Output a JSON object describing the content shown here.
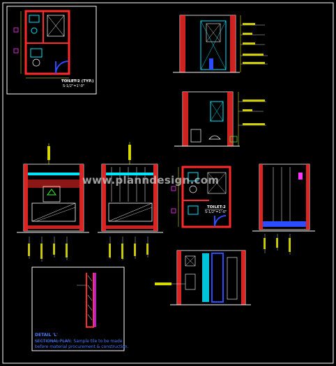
{
  "colors": {
    "background": "#000000",
    "wall": "#ff2a2a",
    "outline": "#ffffff",
    "fixture": "#00e5ff",
    "accent_blue": "#2b4dff",
    "magenta": "#ff33ff",
    "yellow": "#ffff00",
    "green": "#33ff33"
  },
  "plan_views": {
    "top_left_title": "TOILET-2 (TYP.)",
    "top_left_scale": "S-1/2\"=1'-0\"",
    "center_title": "TOILET-2",
    "center_scale": "S-1/2\"=1'-0\""
  },
  "watermark": "www.planndesign.com",
  "detail": {
    "title": "DETAIL 'L'",
    "note_line1": "SECTIONAL PLAN: Sample tile to be made",
    "note_line2": "before material procurement & construction."
  }
}
